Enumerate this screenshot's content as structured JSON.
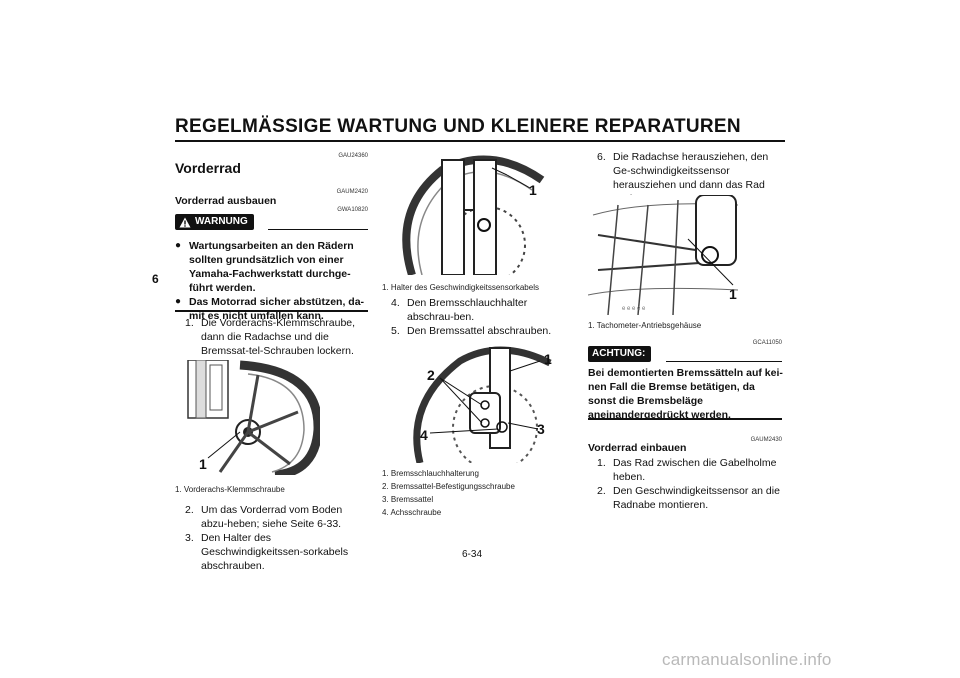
{
  "header": {
    "title": "REGELMÄSSIGE WARTUNG UND KLEINERE REPARATUREN"
  },
  "chapter_tab": "6",
  "page_number": "6-34",
  "watermark": "carmanualsonline.info",
  "col1": {
    "code_top": "GAU24360",
    "heading": "Vorderrad",
    "code_sub": "GAUM2420",
    "subheading": "Vorderrad ausbauen",
    "warning_label": "WARNUNG",
    "code_warning": "GWA10820",
    "warning_items": [
      "Wartungsarbeiten an den Rädern sollten grundsätzlich von einer Yamaha-Fachwerkstatt durchge-führt werden.",
      "Das Motorrad sicher abstützen, da-mit es nicht umfallen kann."
    ],
    "step1_num": "1.",
    "step1": "Die Vorderachs-Klemmschraube, dann die Radachse und die Bremssat-tel-Schrauben lockern.",
    "fig_callout": "1",
    "fig_caption": "1. Vorderachs-Klemmschraube",
    "step2_num": "2.",
    "step2": "Um das Vorderrad vom Boden abzu-heben; siehe Seite 6-33.",
    "step3_num": "3.",
    "step3": "Den Halter des Geschwindigkeitssen-sorkabels abschrauben."
  },
  "col2": {
    "fig1_callout": "1",
    "fig1_caption": "1. Halter des Geschwindigkeitssensorkabels",
    "step4_num": "4.",
    "step4": "Den Bremsschlauchhalter abschrau-ben.",
    "step5_num": "5.",
    "step5": "Den Bremssattel abschrauben.",
    "fig2_callouts": [
      "1",
      "2",
      "3",
      "4"
    ],
    "fig2_captions": [
      "1. Bremsschlauchhalterung",
      "2. Bremssattel-Befestigungsschraube",
      "3. Bremssattel",
      "4. Achsschraube"
    ]
  },
  "col3": {
    "step6_num": "6.",
    "step6": "Die Radachse herausziehen, den Ge-schwindigkeitssensor herausziehen und dann das Rad ausbauen.",
    "fig_callout": "1",
    "fig_caption": "1. Tachometer-Antriebsgehäuse",
    "code_caution": "GCA11050",
    "caution_label": "ACHTUNG:",
    "caution_text": "Bei demontierten Bremssätteln auf kei-nen Fall die Bremse betätigen, da sonst die Bremsbeläge aneinandergedrückt werden.",
    "code_install": "GAUM2430",
    "install_heading": "Vorderrad einbauen",
    "install_steps": [
      {
        "num": "1.",
        "text": "Das Rad zwischen die Gabelholme heben."
      },
      {
        "num": "2.",
        "text": "Den Geschwindigkeitssensor an die Radnabe montieren."
      }
    ]
  }
}
